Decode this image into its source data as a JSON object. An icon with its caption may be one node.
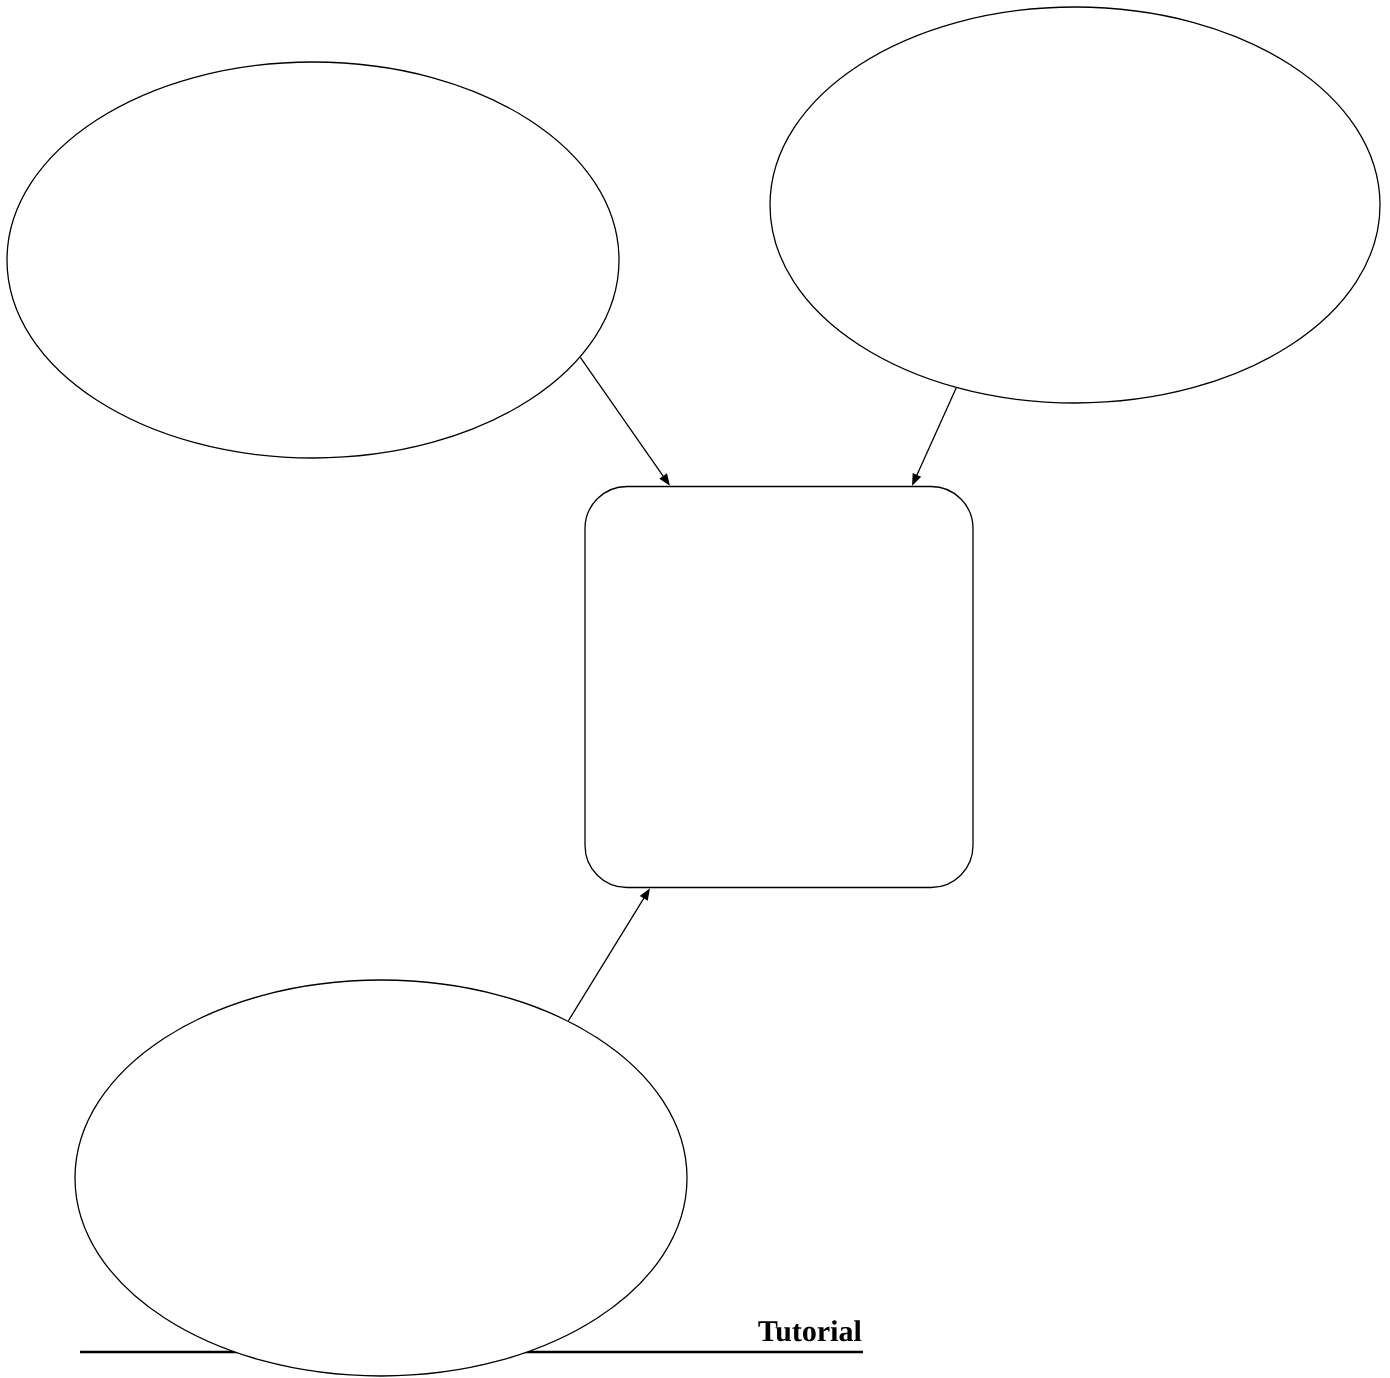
{
  "diagram": {
    "title": "Tutorial",
    "nodes": [
      {
        "text": [],
        "shape": "ellipse"
      },
      {
        "text": [],
        "shape": "ellipse"
      },
      {
        "text": [],
        "shape": "box"
      },
      {
        "text": [],
        "shape": "ellipse"
      }
    ],
    "edges": [
      {
        "from": 0,
        "to": 2,
        "arrow": "to"
      },
      {
        "from": 1,
        "to": 2,
        "arrow": "to"
      },
      {
        "from": 3,
        "to": 2,
        "arrow": "to"
      }
    ]
  }
}
